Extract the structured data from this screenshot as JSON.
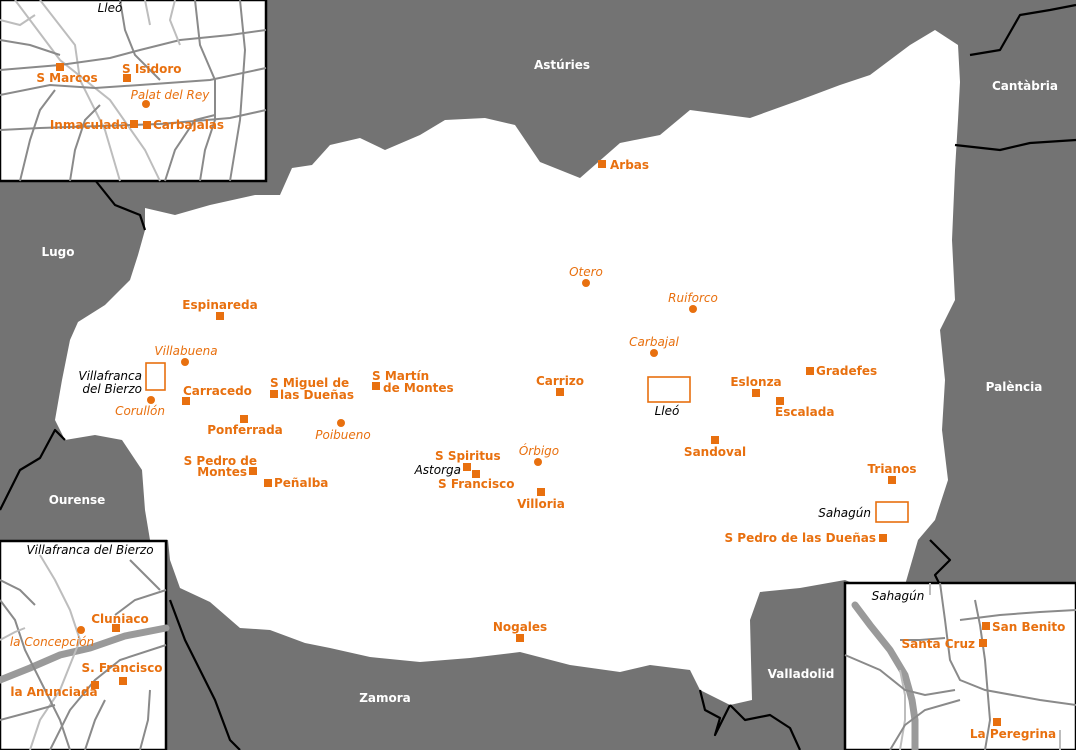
{
  "colors": {
    "background": "#737373",
    "province": "#ffffff",
    "accent": "#e8700f",
    "border": "#000000"
  },
  "regions": [
    "Astúries",
    "Cantàbria",
    "Lugo",
    "Palència",
    "Ourense",
    "Zamora",
    "Valladolid"
  ],
  "cities": {
    "villafranca": [
      "Villafranca",
      "del Bierzo"
    ],
    "astorga": "Astorga",
    "lleo": "Lleó",
    "sahagun": "Sahagún"
  },
  "monasteries": [
    "Arbas",
    "Espinareda",
    "Carracedo",
    "S Miguel de",
    "las Dueñas",
    "S Martín",
    "de Montes",
    "Carrizo",
    "Eslonza",
    "Gradefes",
    "Escalada",
    "Ponferrada",
    "S Pedro de",
    "Montes",
    "Peñalba",
    "S Spiritus",
    "S Francisco",
    "Villoria",
    "Sandoval",
    "Trianos",
    "S Pedro de las Dueñas",
    "Nogales"
  ],
  "houses": [
    "Otero",
    "Ruiforco",
    "Carbajal",
    "Villabuena",
    "Corullón",
    "Poibueno",
    "Órbigo"
  ],
  "insets": {
    "lleo": {
      "title": "Lleó",
      "labels": [
        "S Marcos",
        "S Isidoro",
        "Palat del Rey",
        "Inmaculada",
        "Carbajalas"
      ]
    },
    "villafranca": {
      "title": "Villafranca del Bierzo",
      "labels": [
        "Cluniaco",
        "la Concepción",
        "S. Francisco",
        "la Anunciada"
      ]
    },
    "sahagun": {
      "title": "Sahagún",
      "labels": [
        "San Benito",
        "Santa Cruz",
        "La Peregrina"
      ]
    }
  }
}
